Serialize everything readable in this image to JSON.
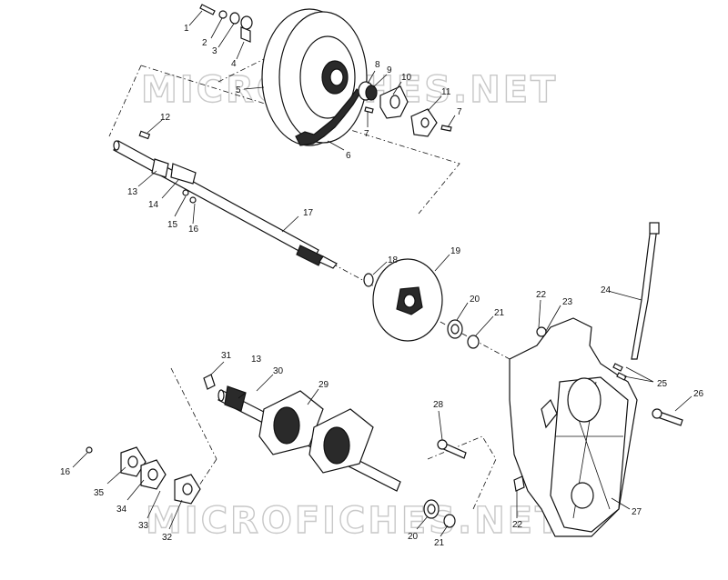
{
  "watermarks": [
    "MICROFICHES.NET",
    "MICROFICHES.NET"
  ],
  "callouts": [
    {
      "id": "c1",
      "text": "1"
    },
    {
      "id": "c2",
      "text": "2"
    },
    {
      "id": "c3",
      "text": "3"
    },
    {
      "id": "c4",
      "text": "4"
    },
    {
      "id": "c5",
      "text": "5"
    },
    {
      "id": "c6",
      "text": "6"
    },
    {
      "id": "c7a",
      "text": "7"
    },
    {
      "id": "c7b",
      "text": "7"
    },
    {
      "id": "c8",
      "text": "8"
    },
    {
      "id": "c9",
      "text": "9"
    },
    {
      "id": "c10",
      "text": "10"
    },
    {
      "id": "c11",
      "text": "11"
    },
    {
      "id": "c12",
      "text": "12"
    },
    {
      "id": "c13a",
      "text": "13"
    },
    {
      "id": "c14",
      "text": "14"
    },
    {
      "id": "c15",
      "text": "15"
    },
    {
      "id": "c16a",
      "text": "16"
    },
    {
      "id": "c17",
      "text": "17"
    },
    {
      "id": "c18",
      "text": "18"
    },
    {
      "id": "c19",
      "text": "19"
    },
    {
      "id": "c20a",
      "text": "20"
    },
    {
      "id": "c21a",
      "text": "21"
    },
    {
      "id": "c22a",
      "text": "22"
    },
    {
      "id": "c23",
      "text": "23"
    },
    {
      "id": "c24",
      "text": "24"
    },
    {
      "id": "c25",
      "text": "25"
    },
    {
      "id": "c26",
      "text": "26"
    },
    {
      "id": "c27",
      "text": "27"
    },
    {
      "id": "c28",
      "text": "28"
    },
    {
      "id": "c29",
      "text": "29"
    },
    {
      "id": "c30",
      "text": "30"
    },
    {
      "id": "c31",
      "text": "31"
    },
    {
      "id": "c13b",
      "text": "13"
    },
    {
      "id": "c16b",
      "text": "16"
    },
    {
      "id": "c35",
      "text": "35"
    },
    {
      "id": "c34",
      "text": "34"
    },
    {
      "id": "c33",
      "text": "33"
    },
    {
      "id": "c32",
      "text": "32"
    },
    {
      "id": "c22b",
      "text": "22"
    },
    {
      "id": "c20b",
      "text": "20"
    },
    {
      "id": "c21b",
      "text": "21"
    }
  ]
}
